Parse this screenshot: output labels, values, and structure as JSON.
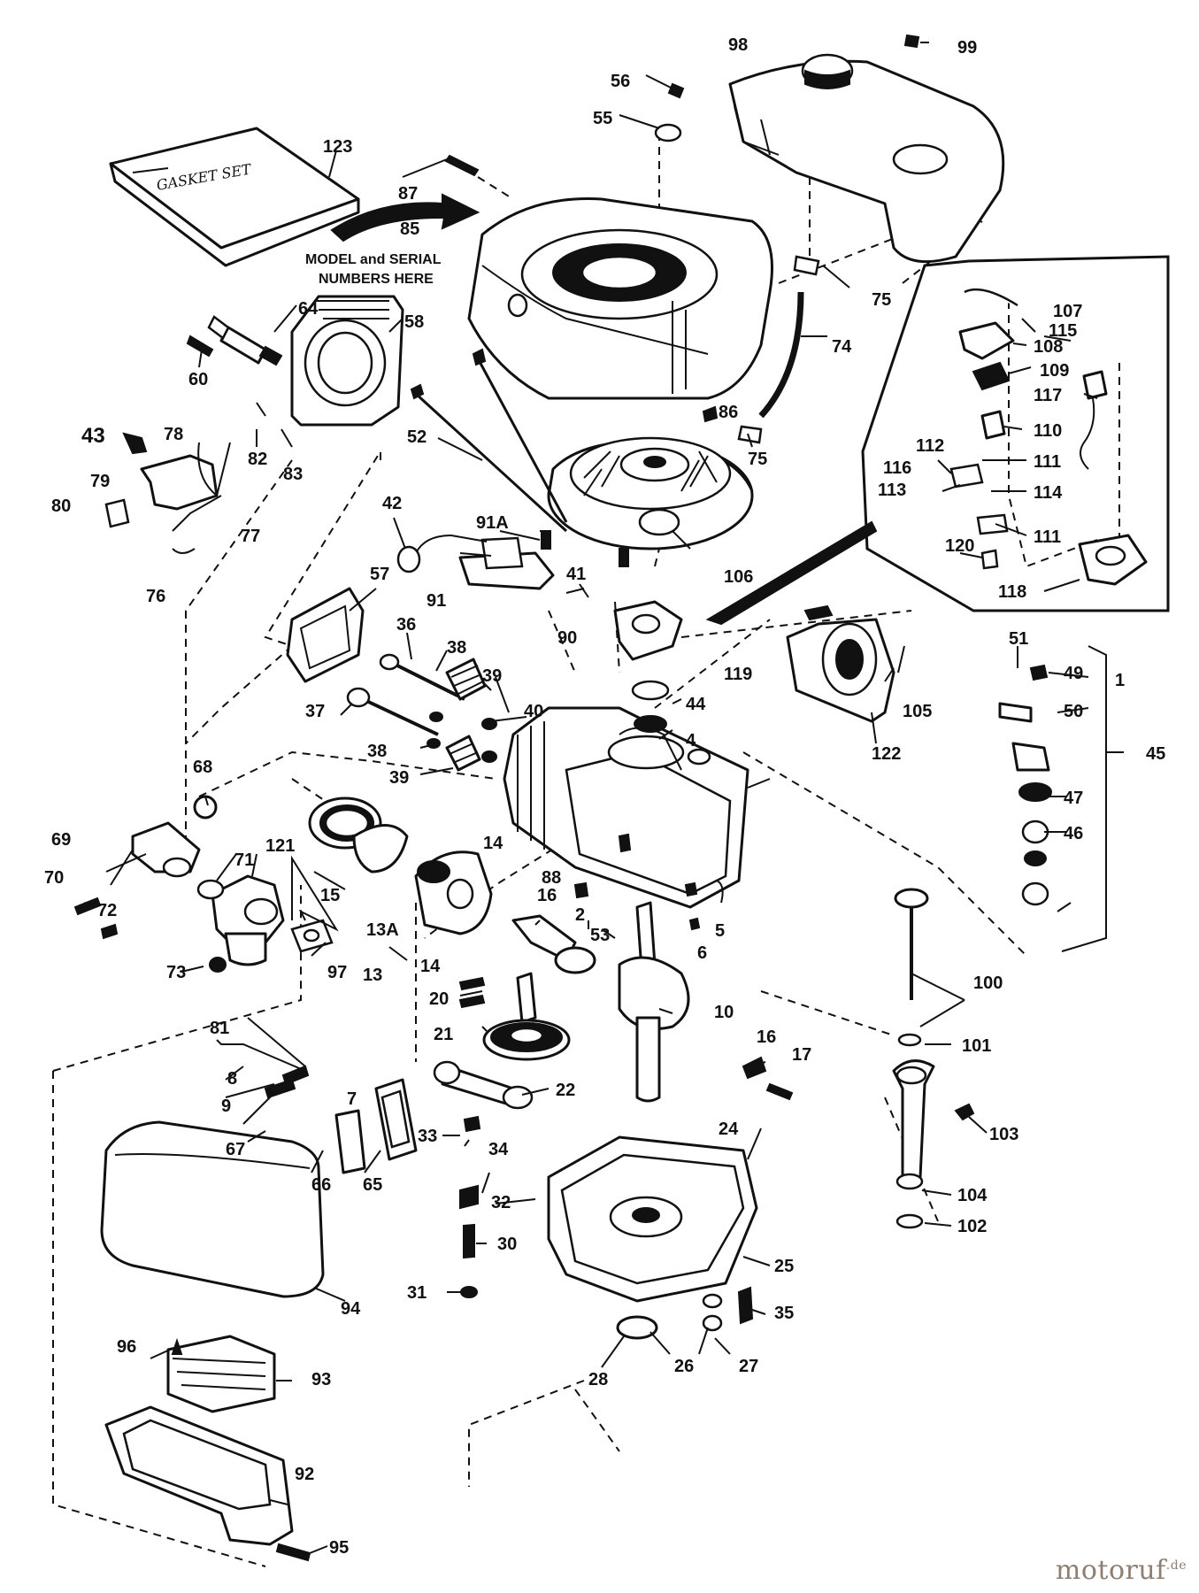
{
  "diagram": {
    "labels": {
      "p1": "1",
      "p2": "2",
      "p4": "4",
      "p5": "5",
      "p6": "6",
      "p7": "7",
      "p8": "8",
      "p9": "9",
      "p10": "10",
      "p13": "13",
      "p13a": "13A",
      "p14a": "14",
      "p14b": "14",
      "p15": "15",
      "p16a": "16",
      "p16b": "16",
      "p17": "17",
      "p20": "20",
      "p21": "21",
      "p22": "22",
      "p24": "24",
      "p25": "25",
      "p26": "26",
      "p27": "27",
      "p28": "28",
      "p30": "30",
      "p31": "31",
      "p32": "32",
      "p33": "33",
      "p34": "34",
      "p35": "35",
      "p36": "36",
      "p37": "37",
      "p38a": "38",
      "p38b": "38",
      "p39a": "39",
      "p39b": "39",
      "p40": "40",
      "p41": "41",
      "p42": "42",
      "p43": "43",
      "p44": "44",
      "p45": "45",
      "p46": "46",
      "p47": "47",
      "p49": "49",
      "p50": "50",
      "p51": "51",
      "p52": "52",
      "p53": "53",
      "p55": "55",
      "p56": "56",
      "p57": "57",
      "p58": "58",
      "p60": "60",
      "p64": "64",
      "p65": "65",
      "p66": "66",
      "p67": "67",
      "p68": "68",
      "p69": "69",
      "p70": "70",
      "p71": "71",
      "p72": "72",
      "p73": "73",
      "p74": "74",
      "p75a": "75",
      "p75b": "75",
      "p76": "76",
      "p77": "77",
      "p78": "78",
      "p79": "79",
      "p80": "80",
      "p81": "81",
      "p82": "82",
      "p83": "83",
      "p85": "85",
      "p86": "86",
      "p87": "87",
      "p88": "88",
      "p90": "90",
      "p91": "91",
      "p91a": "91A",
      "p92": "92",
      "p93": "93",
      "p94": "94",
      "p95": "95",
      "p96": "96",
      "p97": "97",
      "p98": "98",
      "p99": "99",
      "p100": "100",
      "p101": "101",
      "p102": "102",
      "p103": "103",
      "p104": "104",
      "p105": "105",
      "p106": "106",
      "p107": "107",
      "p108": "108",
      "p109": "109",
      "p110": "110",
      "p111a": "111",
      "p111b": "111",
      "p112": "112",
      "p113": "113",
      "p114": "114",
      "p115": "115",
      "p116": "116",
      "p117": "117",
      "p118": "118",
      "p119": "119",
      "p120": "120",
      "p121": "121",
      "p122": "122",
      "p123": "123"
    },
    "gasket_set_text": "GASKET SET",
    "model_serial_note_line1": "MODEL and SERIAL",
    "model_serial_note_line2": "NUMBERS HERE"
  },
  "watermark": {
    "name": "motoruf",
    "tld": ".de"
  }
}
